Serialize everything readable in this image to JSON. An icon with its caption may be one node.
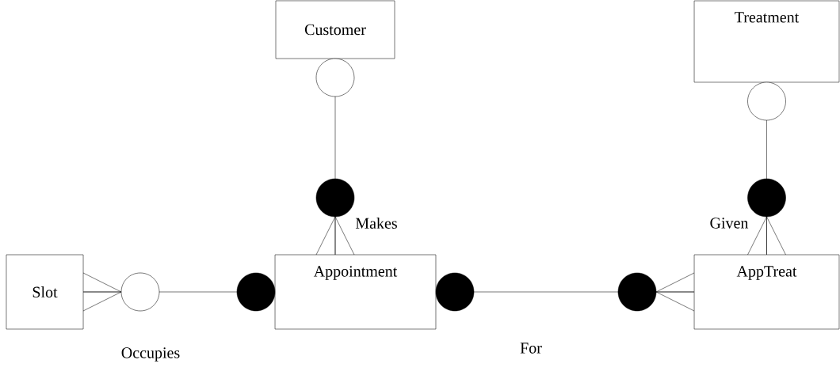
{
  "diagram": {
    "nodes": [
      {
        "text": [
          "Customer"
        ]
      },
      {
        "text": [
          "Treatment"
        ]
      },
      {
        "text": [
          "Slot"
        ]
      },
      {
        "text": [
          "Appointment"
        ]
      },
      {
        "text": [
          "AppTreat"
        ]
      }
    ],
    "edges": [
      {
        "from": 0,
        "to": 3,
        "arrow": "other",
        "label": "Makes"
      },
      {
        "from": 1,
        "to": 4,
        "arrow": "other",
        "label": "Given"
      },
      {
        "from": 2,
        "to": 3,
        "arrow": "other",
        "label": "Occupies"
      },
      {
        "from": 3,
        "to": 4,
        "arrow": "other",
        "label": "For"
      }
    ]
  }
}
